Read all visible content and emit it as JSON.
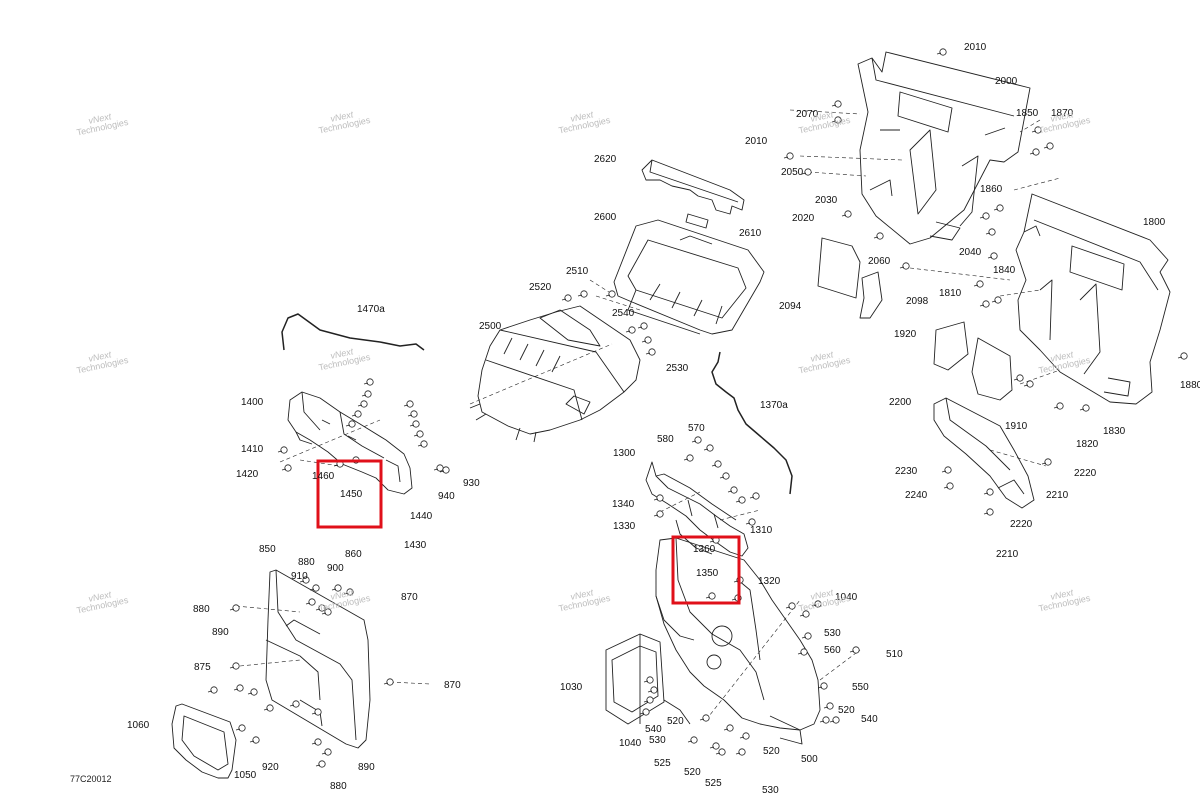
{
  "diagram": {
    "figure_code": "77C20012",
    "watermark": {
      "line1": "vNext",
      "line2": "Technologies"
    },
    "highlight_color": "#e0101a",
    "part_labels": [
      "2010",
      "2000",
      "2070",
      "1850",
      "1870",
      "2010",
      "2050",
      "1860",
      "2030",
      "2020",
      "2060",
      "2040",
      "1800",
      "2620",
      "2600",
      "2610",
      "2510",
      "2520",
      "2540",
      "2530",
      "2500",
      "2094",
      "2098",
      "1840",
      "1810",
      "1920",
      "1880",
      "1910",
      "1820",
      "1830",
      "2200",
      "2230",
      "2220",
      "2240",
      "2210",
      "2220",
      "2210",
      "1470a",
      "1400",
      "1410",
      "1420",
      "1460",
      "1450",
      "1440",
      "1430",
      "940",
      "930",
      "1370a",
      "570",
      "580",
      "1300",
      "1340",
      "1330",
      "1310",
      "1360",
      "1350",
      "1320",
      "850",
      "880",
      "860",
      "910",
      "900",
      "870",
      "880",
      "890",
      "875",
      "870",
      "1060",
      "1050",
      "920",
      "890",
      "880",
      "1040",
      "530",
      "560",
      "510",
      "550",
      "520",
      "540",
      "1030",
      "540",
      "530",
      "520",
      "500",
      "520",
      "525",
      "520",
      "525",
      "530",
      "1040"
    ]
  }
}
